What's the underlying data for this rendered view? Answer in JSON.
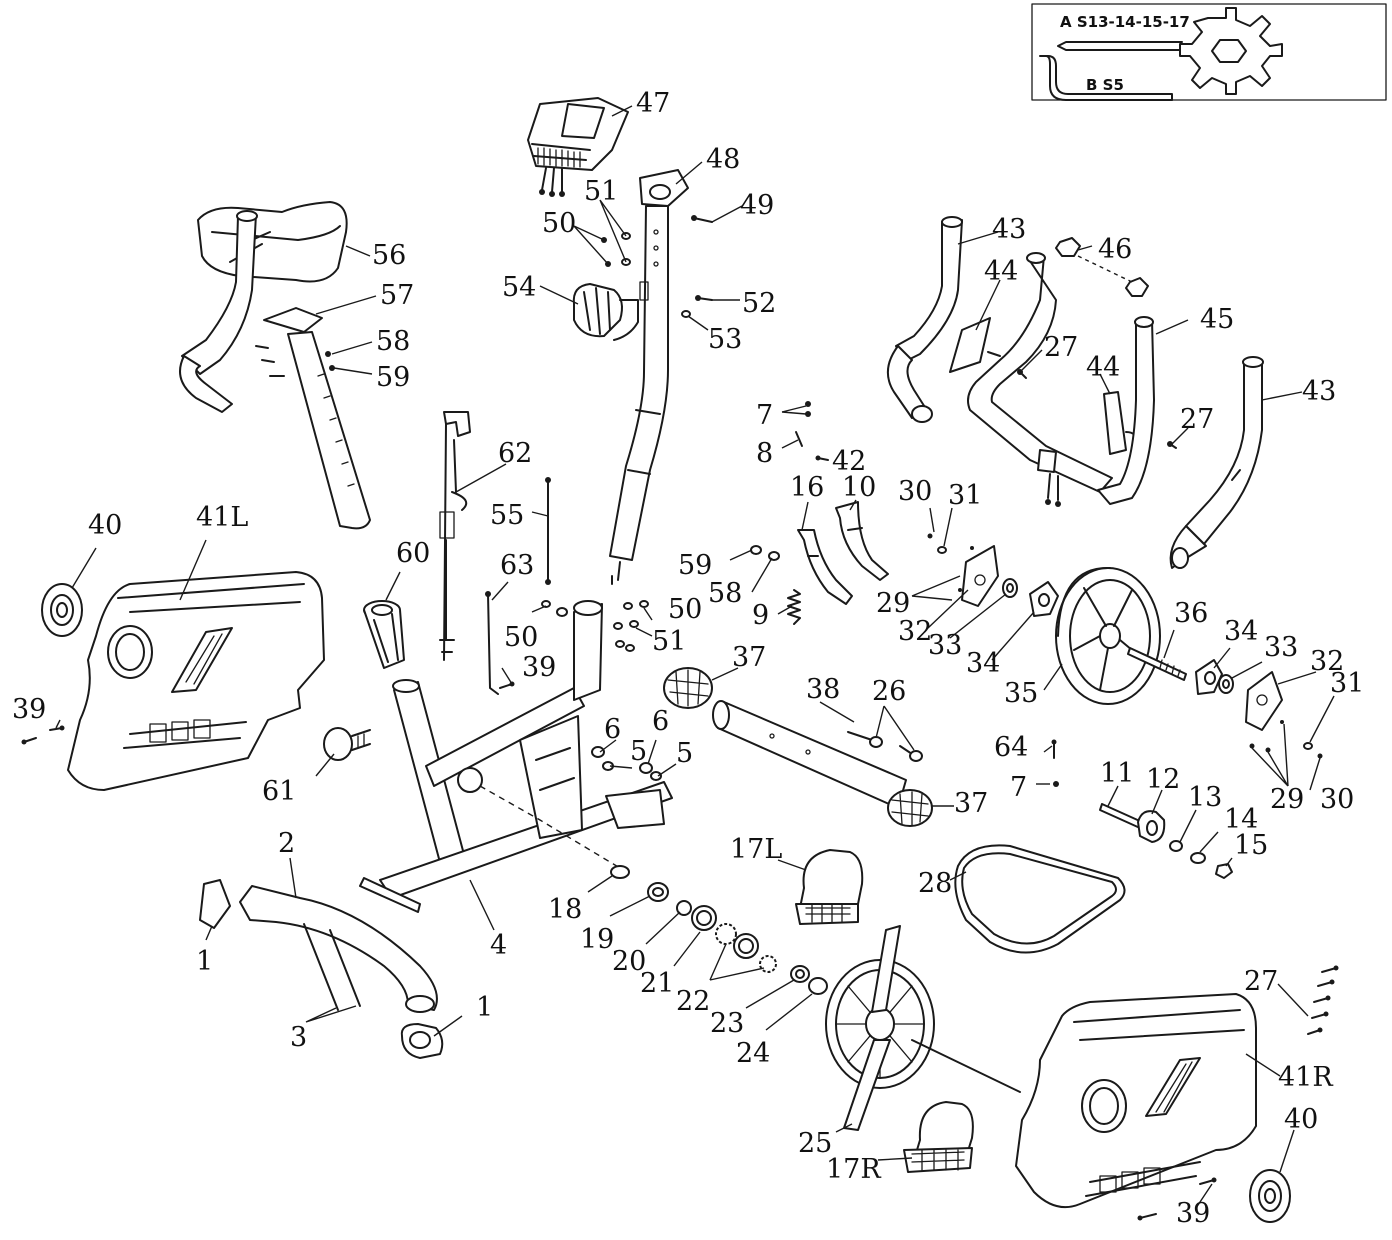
{
  "tools": {
    "wrench_label": "A  S13-14-15-17",
    "hex_key_label": "B  S5"
  },
  "callouts": [
    {
      "id": "c47",
      "text": "47"
    },
    {
      "id": "c48",
      "text": "48"
    },
    {
      "id": "c49",
      "text": "49"
    },
    {
      "id": "c50a",
      "text": "50"
    },
    {
      "id": "c51a",
      "text": "51"
    },
    {
      "id": "c52",
      "text": "52"
    },
    {
      "id": "c53",
      "text": "53"
    },
    {
      "id": "c54",
      "text": "54"
    },
    {
      "id": "c56",
      "text": "56"
    },
    {
      "id": "c57",
      "text": "57"
    },
    {
      "id": "c58a",
      "text": "58"
    },
    {
      "id": "c59a",
      "text": "59"
    },
    {
      "id": "c43a",
      "text": "43"
    },
    {
      "id": "c44a",
      "text": "44"
    },
    {
      "id": "c46",
      "text": "46"
    },
    {
      "id": "c45",
      "text": "45"
    },
    {
      "id": "c27a",
      "text": "27"
    },
    {
      "id": "c44b",
      "text": "44"
    },
    {
      "id": "c27b",
      "text": "27"
    },
    {
      "id": "c43b",
      "text": "43"
    },
    {
      "id": "c7a",
      "text": "7"
    },
    {
      "id": "c8",
      "text": "8"
    },
    {
      "id": "c42",
      "text": "42"
    },
    {
      "id": "c16",
      "text": "16"
    },
    {
      "id": "c10",
      "text": "10"
    },
    {
      "id": "c30a",
      "text": "30"
    },
    {
      "id": "c31a",
      "text": "31"
    },
    {
      "id": "c62",
      "text": "62"
    },
    {
      "id": "c55",
      "text": "55"
    },
    {
      "id": "c40a",
      "text": "40"
    },
    {
      "id": "c41L",
      "text": "41L"
    },
    {
      "id": "c60",
      "text": "60"
    },
    {
      "id": "c63",
      "text": "63"
    },
    {
      "id": "c59b",
      "text": "59"
    },
    {
      "id": "c58b",
      "text": "58"
    },
    {
      "id": "c9",
      "text": "9"
    },
    {
      "id": "c29a",
      "text": "29"
    },
    {
      "id": "c32a",
      "text": "32"
    },
    {
      "id": "c33a",
      "text": "33"
    },
    {
      "id": "c34a",
      "text": "34"
    },
    {
      "id": "c36",
      "text": "36"
    },
    {
      "id": "c34b",
      "text": "34"
    },
    {
      "id": "c33b",
      "text": "33"
    },
    {
      "id": "c32b",
      "text": "32"
    },
    {
      "id": "c31b",
      "text": "31"
    },
    {
      "id": "c35",
      "text": "35"
    },
    {
      "id": "c50b",
      "text": "50"
    },
    {
      "id": "c50c",
      "text": "50"
    },
    {
      "id": "c51b",
      "text": "51"
    },
    {
      "id": "c37a",
      "text": "37"
    },
    {
      "id": "c39a",
      "text": "39"
    },
    {
      "id": "c38",
      "text": "38"
    },
    {
      "id": "c26",
      "text": "26"
    },
    {
      "id": "c39b",
      "text": "39"
    },
    {
      "id": "c6a",
      "text": "6"
    },
    {
      "id": "c6b",
      "text": "6"
    },
    {
      "id": "c5a",
      "text": "5"
    },
    {
      "id": "c5b",
      "text": "5"
    },
    {
      "id": "c64",
      "text": "64"
    },
    {
      "id": "c7b",
      "text": "7"
    },
    {
      "id": "c29b",
      "text": "29"
    },
    {
      "id": "c30b",
      "text": "30"
    },
    {
      "id": "c61",
      "text": "61"
    },
    {
      "id": "c37b",
      "text": "37"
    },
    {
      "id": "c11",
      "text": "11"
    },
    {
      "id": "c12",
      "text": "12"
    },
    {
      "id": "c13",
      "text": "13"
    },
    {
      "id": "c14",
      "text": "14"
    },
    {
      "id": "c15",
      "text": "15"
    },
    {
      "id": "c2",
      "text": "2"
    },
    {
      "id": "c17L",
      "text": "17L"
    },
    {
      "id": "c28",
      "text": "28"
    },
    {
      "id": "c18",
      "text": "18"
    },
    {
      "id": "c19",
      "text": "19"
    },
    {
      "id": "c20",
      "text": "20"
    },
    {
      "id": "c21",
      "text": "21"
    },
    {
      "id": "c22",
      "text": "22"
    },
    {
      "id": "c4",
      "text": "4"
    },
    {
      "id": "c1a",
      "text": "1"
    },
    {
      "id": "c23",
      "text": "23"
    },
    {
      "id": "c24",
      "text": "24"
    },
    {
      "id": "c1b",
      "text": "1"
    },
    {
      "id": "c3",
      "text": "3"
    },
    {
      "id": "c27c",
      "text": "27"
    },
    {
      "id": "c41R",
      "text": "41R"
    },
    {
      "id": "c25",
      "text": "25"
    },
    {
      "id": "c17R",
      "text": "17R"
    },
    {
      "id": "c40b",
      "text": "40"
    },
    {
      "id": "c39c",
      "text": "39"
    }
  ]
}
